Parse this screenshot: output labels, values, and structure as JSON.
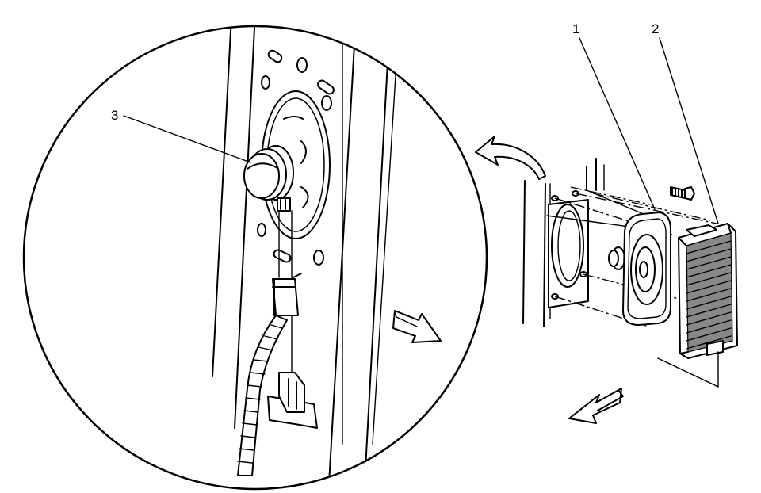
{
  "figure": {
    "callouts": [
      {
        "id": "callout-1",
        "text": "1"
      },
      {
        "id": "callout-2",
        "text": "2"
      },
      {
        "id": "callout-3",
        "text": "3"
      }
    ]
  }
}
